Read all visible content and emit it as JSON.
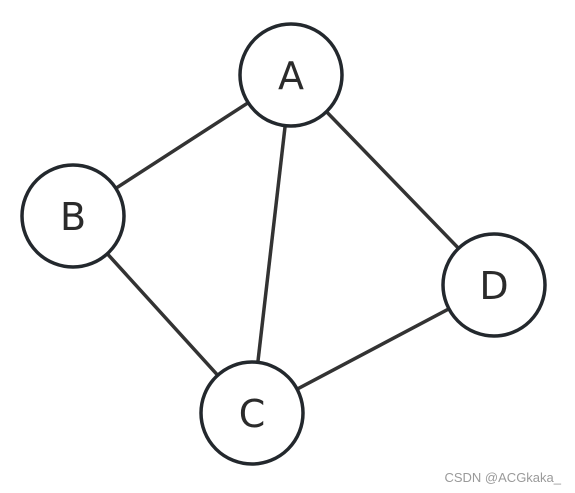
{
  "graph": {
    "nodes": [
      {
        "id": "A",
        "label": "A"
      },
      {
        "id": "B",
        "label": "B"
      },
      {
        "id": "C",
        "label": "C"
      },
      {
        "id": "D",
        "label": "D"
      }
    ],
    "edges": [
      {
        "from": "A",
        "to": "B"
      },
      {
        "from": "A",
        "to": "C"
      },
      {
        "from": "A",
        "to": "D"
      },
      {
        "from": "B",
        "to": "C"
      },
      {
        "from": "C",
        "to": "D"
      }
    ]
  },
  "watermark": "CSDN @ACGkaka_"
}
